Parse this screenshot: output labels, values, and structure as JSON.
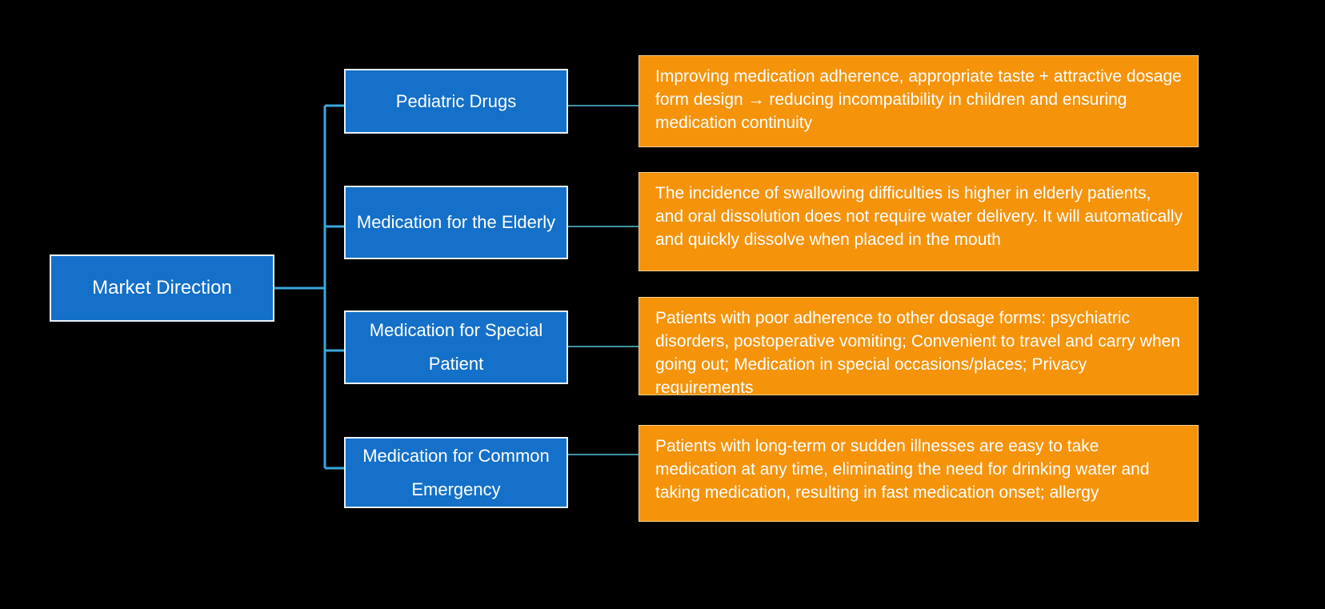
{
  "diagram": {
    "type": "tree",
    "orientation": "left-to-right",
    "background": "#000000"
  },
  "colors": {
    "node_blue": "#1470C8",
    "node_orange": "#F5930B",
    "connector_thick": "#3BA6DE",
    "connector_thin": "#56C2DB",
    "text": "#FFFFFF"
  },
  "root": {
    "label": "Market Direction"
  },
  "branches": [
    {
      "label": "Pediatric Drugs",
      "description": "Improving medication adherence, appropriate taste + attractive dosage form design → reducing incompatibility in children and ensuring medication continuity"
    },
    {
      "label": "Medication for the Elderly",
      "description": "The incidence of swallowing difficulties is higher in elderly patients, and oral dissolution does not require water delivery. It will automatically and quickly dissolve when placed in the mouth"
    },
    {
      "label": "Medication for Special Patient",
      "description": "Patients with poor adherence to other dosage forms: psychiatric disorders, postoperative vomiting; Convenient to travel and carry when going out; Medication in special occasions/places; Privacy requirements"
    },
    {
      "label": "Medication for Common Emergency",
      "description": "Patients with long-term or sudden illnesses are easy to take medication at any time, eliminating the need for drinking water and taking medication, resulting in fast medication onset; allergy"
    }
  ]
}
